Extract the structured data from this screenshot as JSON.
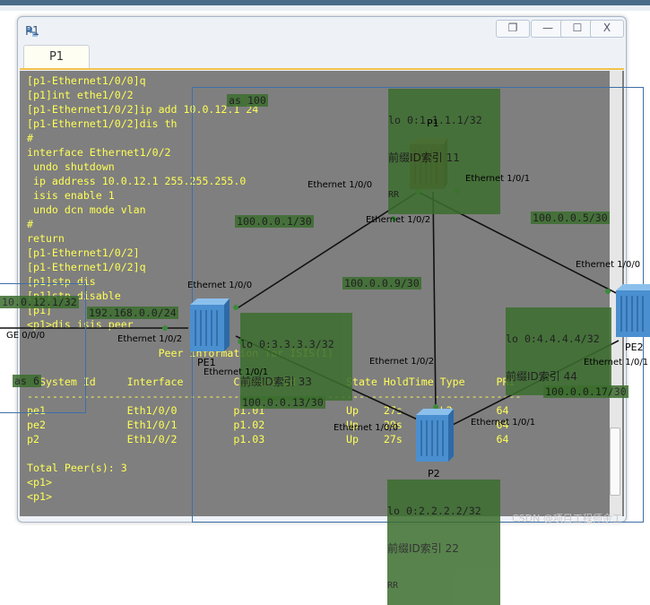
{
  "window": {
    "title": "P1",
    "tab_label": "P1",
    "controls": {
      "restore": "❐",
      "minimize": "—",
      "maximize": "☐",
      "close": "X"
    }
  },
  "console_lines": [
    "[p1-Ethernet1/0/0]q",
    "[p1]int ethe1/0/2",
    "[p1-Ethernet1/0/2]ip add 10.0.12.1 24",
    "[p1-Ethernet1/0/2]dis th",
    "#",
    "interface Ethernet1/0/2",
    " undo shutdown",
    " ip address 10.0.12.1 255.255.255.0",
    " isis enable 1",
    " undo dcn mode vlan",
    "#",
    "return",
    "[p1-Ethernet1/0/2]",
    "[p1-Ethernet1/0/2]q",
    "[p1]stp dis",
    "[p1]stp disable",
    "[p1]",
    "<p1>dis isis peer",
    "",
    "                     Peer information for ISIS(1)",
    "",
    "  System Id     Interface        Circuit Id        State HoldTime Type     PRI",
    "-------------------------------------------------------------------------------",
    "pe1             Eth1/0/0         p1.01             Up    27s      L2       64",
    "pe2             Eth1/0/1         p1.02             Up    29s      L2       64",
    "p2              Eth1/0/2         p1.03             Up    27s      L2       64",
    "",
    "Total Peer(s): 3",
    "<p1>",
    "<p1>"
  ],
  "topology": {
    "as_top": "as 100",
    "as_left": "as 6",
    "nodes": [
      {
        "id": "P1",
        "label": "P1",
        "info": [
          "lo 0:1.1.1.1/32",
          "前缀ID索引 11",
          "RR"
        ]
      },
      {
        "id": "PE1",
        "label": "PE1",
        "info": [
          "lo 0:3.3.3.3/32",
          "前缀ID索引 33"
        ]
      },
      {
        "id": "PE2",
        "label": "PE2",
        "info": [
          "lo 0:4.4.4.4/32",
          "前缀ID索引 44"
        ]
      },
      {
        "id": "P2",
        "label": "P2",
        "info": [
          "lo 0:2.2.2.2/32",
          "前缀ID索引 22",
          "RR"
        ]
      }
    ],
    "subnets": [
      "100.0.0.1/30",
      "100.0.0.5/30",
      "100.0.0.9/30",
      "100.0.0.13/30",
      "100.0.0.17/30",
      "192.168.0.0/24",
      "10.0.12.1/32"
    ],
    "ports": [
      "Ethernet 1/0/0",
      "Ethernet 1/0/1",
      "Ethernet 1/0/2",
      "Ethernet 1/0/0",
      "Ethernet 1/0/2",
      "Ethernet 1/0/1",
      "Ethernet 1/0/0",
      "Ethernet 1/0/1",
      "Ethernet 1/0/2",
      "Ethernet 1/0/0",
      "Ethernet 1/0/1",
      "GE 0/0/0"
    ]
  },
  "watermark": "CSDN @项目工程师余工"
}
